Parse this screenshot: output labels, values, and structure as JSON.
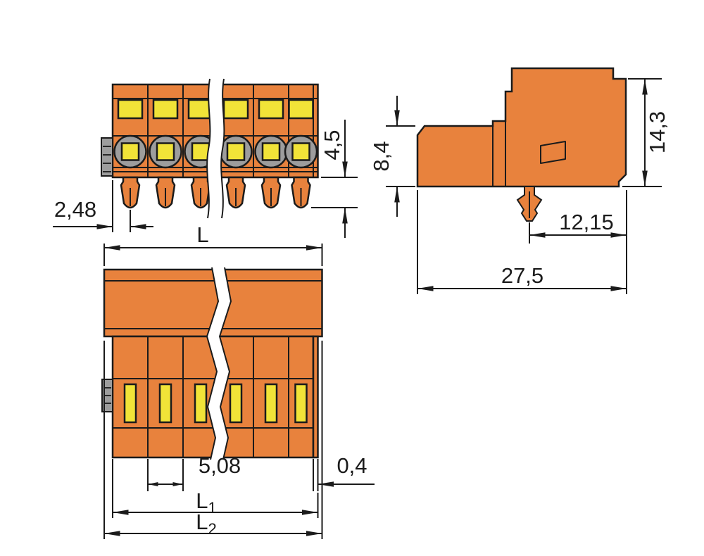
{
  "colors": {
    "body": "#E8823D",
    "yellow": "#F1E338",
    "gray": "#9D9D9D",
    "line": "#1B1B1B",
    "background": "#FFFFFF"
  },
  "views": {
    "front": {
      "dims": {
        "pin_offset": "2,48",
        "pin_length": "4,5"
      }
    },
    "top": {
      "dims": {
        "length": "L",
        "pitch": "5,08",
        "wall": "0,4",
        "l1_base": "L",
        "l1_sub": "1",
        "l2_base": "L",
        "l2_sub": "2"
      }
    },
    "side": {
      "dims": {
        "body_height": "8,4",
        "total_height": "14,3",
        "foot_to_face": "12,15",
        "depth": "27,5"
      }
    }
  }
}
